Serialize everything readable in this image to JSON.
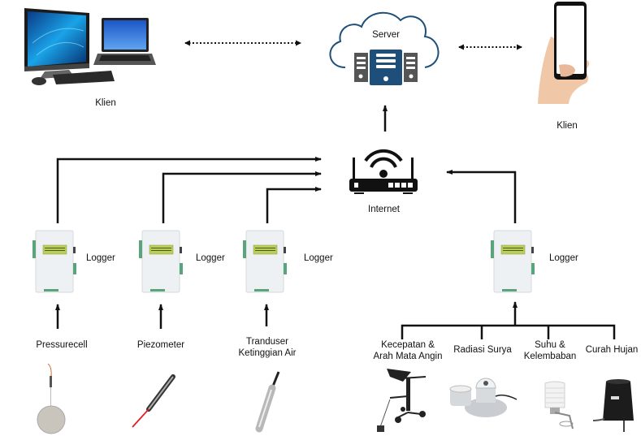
{
  "diagram": {
    "title": "",
    "colors": {
      "line": "#111111",
      "cloud": "#1e4f7a",
      "server_main": "#1e4f7a",
      "server_side": "#555555",
      "lcd": "#b9cf5a",
      "terminal": "#5aa47c",
      "logger_body": "#eef1f4"
    },
    "clients": [
      {
        "id": "desktop-laptop",
        "label": "Klien",
        "icon": "desktop-and-laptop-icon"
      },
      {
        "id": "smartphone",
        "label": "Klien",
        "icon": "smartphone-in-hand-icon"
      }
    ],
    "server": {
      "label": "Server",
      "icon": "cloud-server-icon"
    },
    "internet": {
      "label": "Internet",
      "icon": "wifi-router-icon"
    },
    "loggers": [
      {
        "id": "logger-1",
        "label": "Logger"
      },
      {
        "id": "logger-2",
        "label": "Logger"
      },
      {
        "id": "logger-3",
        "label": "Logger"
      },
      {
        "id": "logger-4",
        "label": "Logger"
      }
    ],
    "sensors": [
      {
        "id": "pressurecell",
        "label": "Pressurecell",
        "logger": "logger-1",
        "icon": "pressure-cell-icon"
      },
      {
        "id": "piezometer",
        "label": "Piezometer",
        "logger": "logger-2",
        "icon": "piezometer-icon"
      },
      {
        "id": "water-level",
        "label_line1": "Tranduser",
        "label_line2": "Ketinggian Air",
        "logger": "logger-3",
        "icon": "water-level-transducer-icon"
      },
      {
        "id": "wind",
        "label_line1": "Kecepatan &",
        "label_line2": "Arah Mata Angin",
        "logger": "logger-4",
        "icon": "anemometer-wind-vane-icon"
      },
      {
        "id": "solar",
        "label": "Radiasi Surya",
        "logger": "logger-4",
        "icon": "pyranometer-icon"
      },
      {
        "id": "temp-humidity",
        "label_line1": "Suhu &",
        "label_line2": "Kelembaban",
        "logger": "logger-4",
        "icon": "temperature-humidity-shield-icon"
      },
      {
        "id": "rain",
        "label": "Curah Hujan",
        "logger": "logger-4",
        "icon": "rain-gauge-icon"
      }
    ],
    "connections": [
      {
        "from": "desktop-laptop",
        "to": "server",
        "style": "dotted-bidirectional"
      },
      {
        "from": "server",
        "to": "smartphone",
        "style": "dotted-bidirectional"
      },
      {
        "from": "internet",
        "to": "server",
        "style": "arrow"
      },
      {
        "from": "logger-1",
        "to": "internet",
        "style": "arrow"
      },
      {
        "from": "logger-2",
        "to": "internet",
        "style": "arrow"
      },
      {
        "from": "logger-3",
        "to": "internet",
        "style": "arrow"
      },
      {
        "from": "logger-4",
        "to": "internet",
        "style": "arrow"
      }
    ]
  }
}
